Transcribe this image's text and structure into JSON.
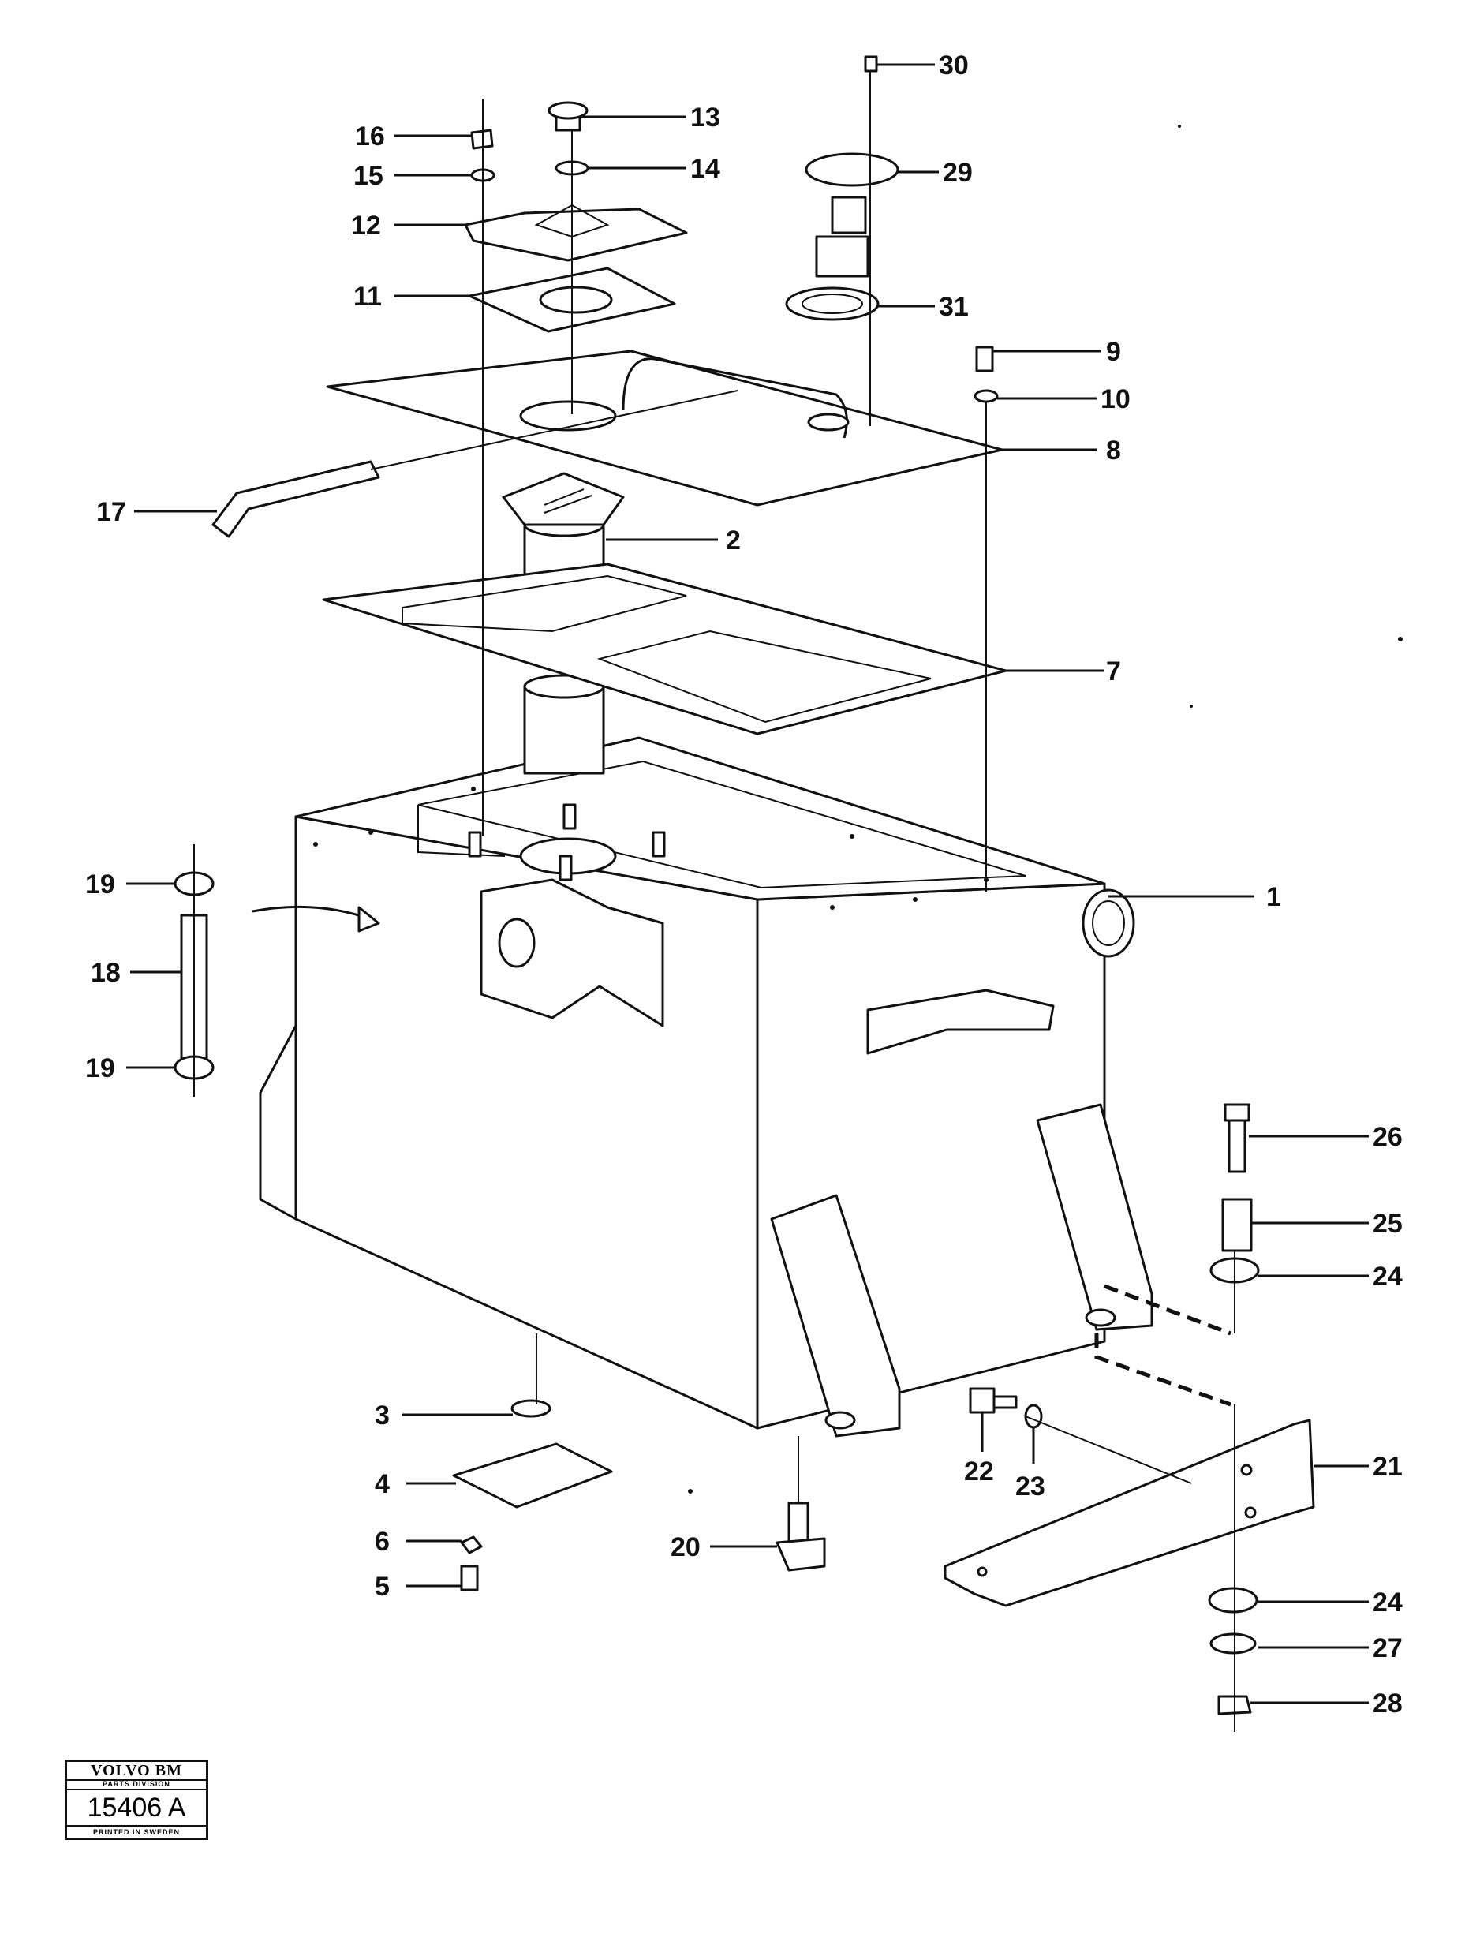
{
  "callouts": [
    {
      "id": "c1",
      "text": "1"
    },
    {
      "id": "c2",
      "text": "2"
    },
    {
      "id": "c3",
      "text": "3"
    },
    {
      "id": "c4",
      "text": "4"
    },
    {
      "id": "c5",
      "text": "5"
    },
    {
      "id": "c6",
      "text": "6"
    },
    {
      "id": "c7",
      "text": "7"
    },
    {
      "id": "c8",
      "text": "8"
    },
    {
      "id": "c9",
      "text": "9"
    },
    {
      "id": "c10",
      "text": "10"
    },
    {
      "id": "c11",
      "text": "11"
    },
    {
      "id": "c12",
      "text": "12"
    },
    {
      "id": "c13",
      "text": "13"
    },
    {
      "id": "c14",
      "text": "14"
    },
    {
      "id": "c15",
      "text": "15"
    },
    {
      "id": "c16",
      "text": "16"
    },
    {
      "id": "c17",
      "text": "17"
    },
    {
      "id": "c18",
      "text": "18"
    },
    {
      "id": "c19a",
      "text": "19"
    },
    {
      "id": "c19b",
      "text": "19"
    },
    {
      "id": "c20",
      "text": "20"
    },
    {
      "id": "c21",
      "text": "21"
    },
    {
      "id": "c22",
      "text": "22"
    },
    {
      "id": "c23",
      "text": "23"
    },
    {
      "id": "c24a",
      "text": "24"
    },
    {
      "id": "c24b",
      "text": "24"
    },
    {
      "id": "c25",
      "text": "25"
    },
    {
      "id": "c26",
      "text": "26"
    },
    {
      "id": "c27",
      "text": "27"
    },
    {
      "id": "c28",
      "text": "28"
    },
    {
      "id": "c29",
      "text": "29"
    },
    {
      "id": "c30",
      "text": "30"
    },
    {
      "id": "c31",
      "text": "31"
    }
  ],
  "stamp": {
    "brand": "VOLVO BM",
    "division": "PARTS DIVISION",
    "number": "15406 A",
    "printed": "PRINTED IN SWEDEN"
  }
}
